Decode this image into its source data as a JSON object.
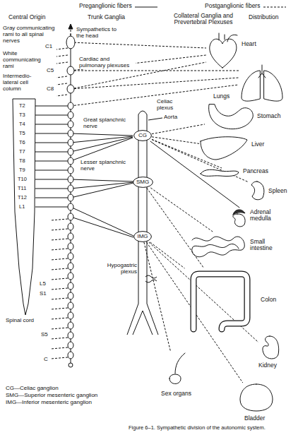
{
  "diagram": {
    "caption": "Figure 6–1. Sympathetic division of the autonomic system.",
    "nodes": [
      {
        "text": [
          "Heart"
        ]
      },
      {
        "text": [
          "Lungs"
        ]
      },
      {
        "text": [
          "Stomach"
        ]
      },
      {
        "text": [
          "CG"
        ]
      },
      {
        "text": [
          "Liver"
        ]
      },
      {
        "text": [
          "Pancreas"
        ]
      },
      {
        "text": [
          "SMG"
        ]
      },
      {
        "text": [
          "Spleen"
        ]
      },
      {
        "text": [
          "Adrenal medulla"
        ]
      },
      {
        "text": [
          "IMG"
        ]
      },
      {
        "text": [
          "Small intestine"
        ]
      },
      {
        "text": [
          "Colon"
        ]
      },
      {
        "text": [
          "Kidney"
        ]
      },
      {
        "text": [
          "Sex organs"
        ]
      },
      {
        "text": [
          "Bladder"
        ]
      }
    ],
    "edges": [
      {
        "from": 3,
        "to": 2,
        "arrow": "none"
      },
      {
        "from": 3,
        "to": 4,
        "arrow": "none"
      },
      {
        "from": 3,
        "to": 5,
        "arrow": "none"
      },
      {
        "from": 3,
        "to": 7,
        "arrow": "none"
      },
      {
        "from": 3,
        "to": 8,
        "arrow": "none"
      },
      {
        "from": 6,
        "to": 10,
        "arrow": "none"
      },
      {
        "from": 6,
        "to": 11,
        "arrow": "none"
      },
      {
        "from": 9,
        "to": 11,
        "arrow": "none"
      },
      {
        "from": 9,
        "to": 12,
        "arrow": "none"
      },
      {
        "from": 9,
        "to": 13,
        "arrow": "none"
      },
      {
        "from": 9,
        "to": 14,
        "arrow": "none"
      }
    ],
    "labels": [
      "Central Origin",
      "Trunk Ganglia",
      "Collateral Ganglia and Prevertebral Plexuses",
      "Distribution",
      "Gray communicating rami to all spinal nerves",
      "C1",
      "White communicating rami",
      "C5",
      "Intermedio-lateral cell column",
      "C8",
      "T2",
      "T3",
      "T4",
      "T5",
      "T6",
      "T7",
      "T8",
      "T9",
      "T10",
      "T11",
      "T12",
      "L1",
      "L5",
      "S1",
      "S5",
      "C",
      "Spinal cord",
      "Sympathetics to the head",
      "Cardiac and pulmonary plexuses",
      "Celiac plexus",
      "Great splanchnic nerve",
      "Aorta",
      "Lesser splanchnic nerve",
      "Hypogastric plexus",
      "CG—Celiac ganglion",
      "SMG—Superior mesenteric ganglion",
      "IMG—Inferior mesenteric ganglion"
    ],
    "legend": [
      {
        "text": "Preganglionic fibers"
      },
      {
        "text": "Postganglionic fibers"
      }
    ]
  }
}
